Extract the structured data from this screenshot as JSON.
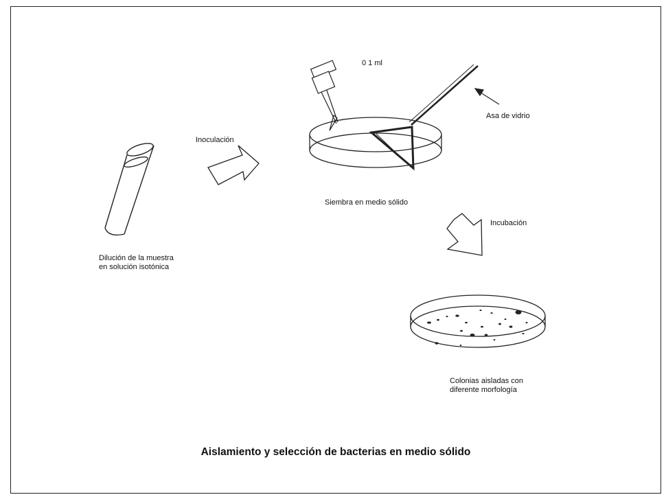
{
  "labels": {
    "volume": "0 1 ml",
    "spreader": "Asa de vidrio",
    "inoculation": "Inoculación",
    "plating": "Siembra en medio sólido",
    "incubation": "Incubación",
    "dilution_line1": "Dilución de la muestra",
    "dilution_line2": "en solución isotónica",
    "colonies_line1": "Colonias aisladas con",
    "colonies_line2": "diferente morfología"
  },
  "caption": "Aislamiento y selección de bacterias en medio sólido"
}
